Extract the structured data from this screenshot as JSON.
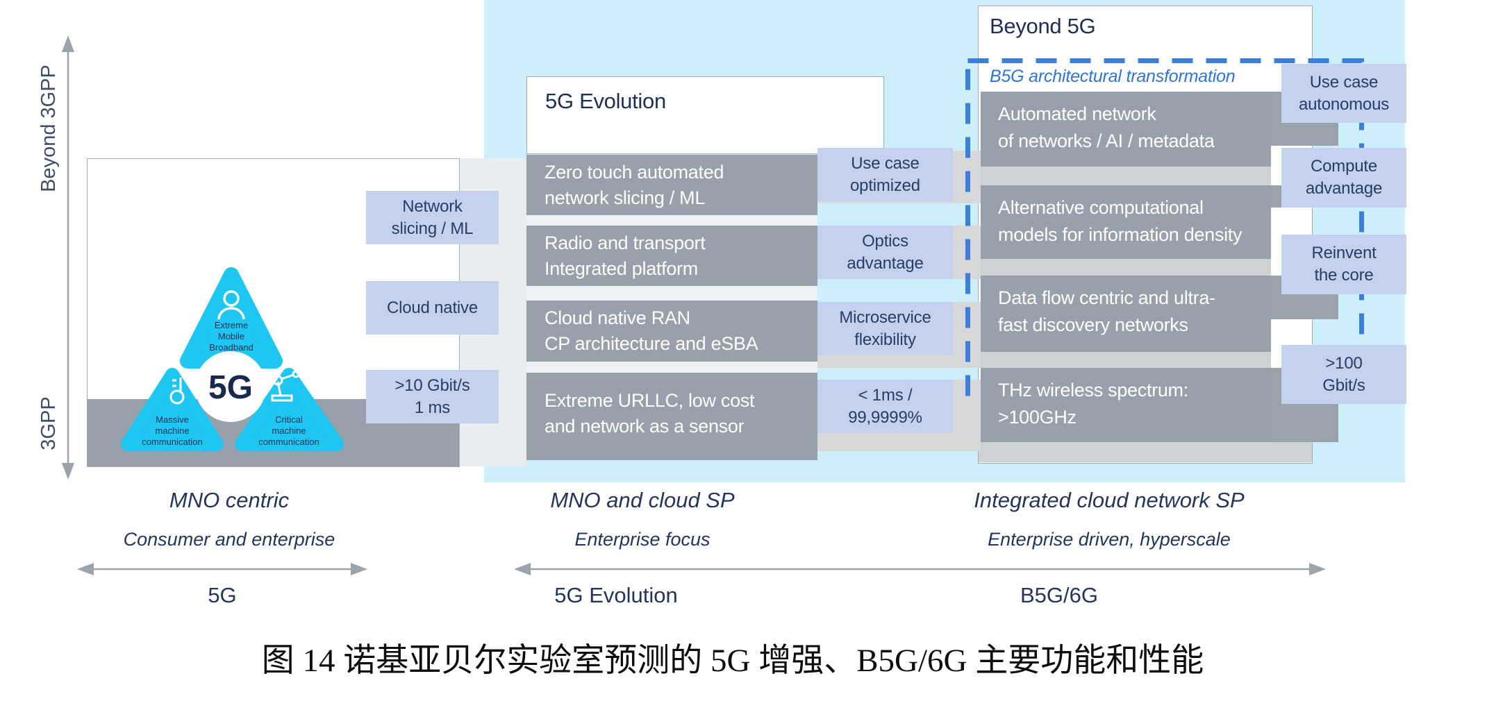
{
  "colors": {
    "cyan_panel": "#cdeefb",
    "box_gray": "#98a0ab",
    "label_periwinkle": "#c5d2ef",
    "dash_blue": "#3d7edb",
    "b5g_text_blue": "#2e75d9",
    "navy_text": "#24345c",
    "triangle_cyan": "#1ec6f2",
    "arrow_gray": "#9ca3ab"
  },
  "axis": {
    "top_label": "Beyond 3GPP",
    "bottom_label": "3GPP"
  },
  "left": {
    "triangle": {
      "center": "5G",
      "top": {
        "icon": "person-icon",
        "lines": [
          "Extreme",
          "Mobile",
          "Broadband"
        ]
      },
      "bottom_left": {
        "icon": "thermometer-icon",
        "lines": [
          "Massive",
          "machine",
          "communication"
        ]
      },
      "bottom_right": {
        "icon": "robot-arm-icon",
        "lines": [
          "Critical",
          "machine",
          "communication"
        ]
      }
    },
    "labels": [
      {
        "lines": [
          "Network",
          "slicing / ML"
        ]
      },
      {
        "lines": [
          "Cloud native"
        ]
      },
      {
        "lines": [
          ">10 Gbit/s",
          "1 ms"
        ]
      }
    ]
  },
  "middle": {
    "title": "5G Evolution",
    "boxes": [
      {
        "lines": [
          "Zero touch automated",
          "network slicing / ML"
        ]
      },
      {
        "lines": [
          "Radio and transport",
          "Integrated platform"
        ]
      },
      {
        "lines": [
          "Cloud native RAN",
          "CP architecture and eSBA"
        ]
      },
      {
        "lines": [
          "Extreme URLLC, low cost",
          "and network as a sensor"
        ]
      }
    ],
    "labels": [
      {
        "lines": [
          "Use case",
          "optimized"
        ]
      },
      {
        "lines": [
          "Optics",
          "advantage"
        ]
      },
      {
        "lines": [
          "Microservice",
          "flexibility"
        ]
      },
      {
        "lines": [
          "< 1ms /",
          "99,9999%"
        ]
      }
    ]
  },
  "right": {
    "title": "Beyond 5G",
    "subtitle": "B5G architectural transformation",
    "boxes": [
      {
        "lines": [
          "Automated network",
          "of networks / AI / metadata"
        ]
      },
      {
        "lines": [
          "Alternative computational",
          "models for information density"
        ]
      },
      {
        "lines": [
          "Data flow centric and ultra-",
          "fast discovery networks"
        ]
      },
      {
        "lines": [
          "THz wireless spectrum:",
          ">100GHz"
        ]
      }
    ],
    "labels": [
      {
        "lines": [
          "Use case",
          "autonomous"
        ]
      },
      {
        "lines": [
          "Compute",
          "advantage"
        ]
      },
      {
        "lines": [
          "Reinvent",
          "the core"
        ]
      },
      {
        "lines": [
          ">100",
          "Gbit/s"
        ]
      }
    ]
  },
  "bottom": {
    "columns": [
      {
        "role": "MNO centric",
        "focus": "Consumer and enterprise",
        "era": "5G"
      },
      {
        "role": "MNO and cloud SP",
        "focus": "Enterprise focus",
        "era": "5G Evolution"
      },
      {
        "role": "Integrated cloud network SP",
        "focus": "Enterprise driven, hyperscale",
        "era": "B5G/6G"
      }
    ]
  },
  "caption": "图 14 诺基亚贝尔实验室预测的 5G 增强、B5G/6G 主要功能和性能"
}
